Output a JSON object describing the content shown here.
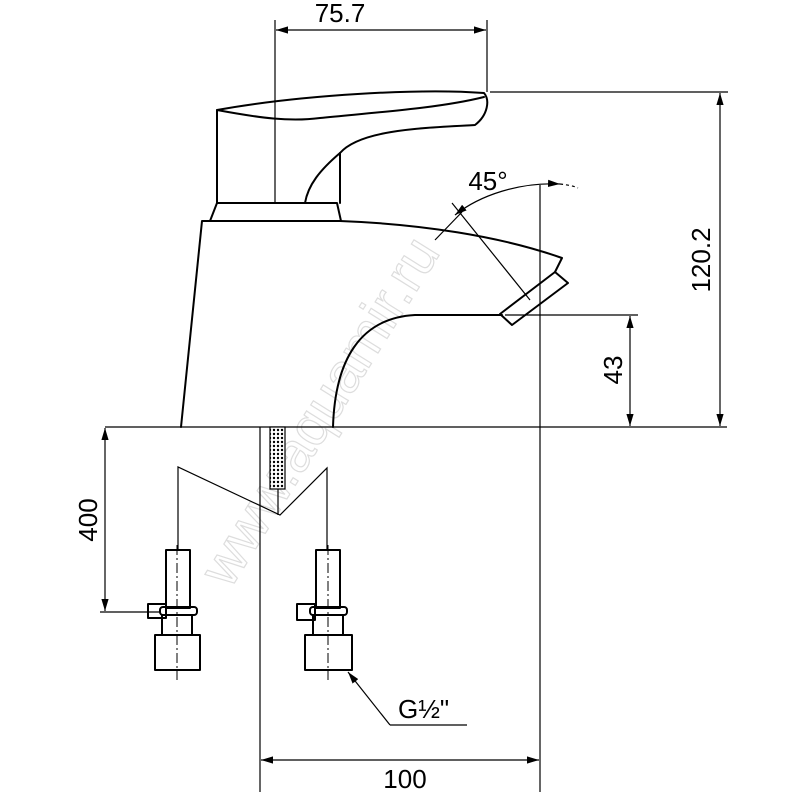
{
  "drawing": {
    "dimensions": {
      "handle_reach": "75.7",
      "total_height": "120.2",
      "spout_height": "43",
      "hose_length": "400",
      "spout_projection": "100",
      "lever_angle": "45°",
      "connection_thread": "G½\""
    },
    "watermark": "www.aquamir.ru",
    "line_color": "#000000"
  }
}
